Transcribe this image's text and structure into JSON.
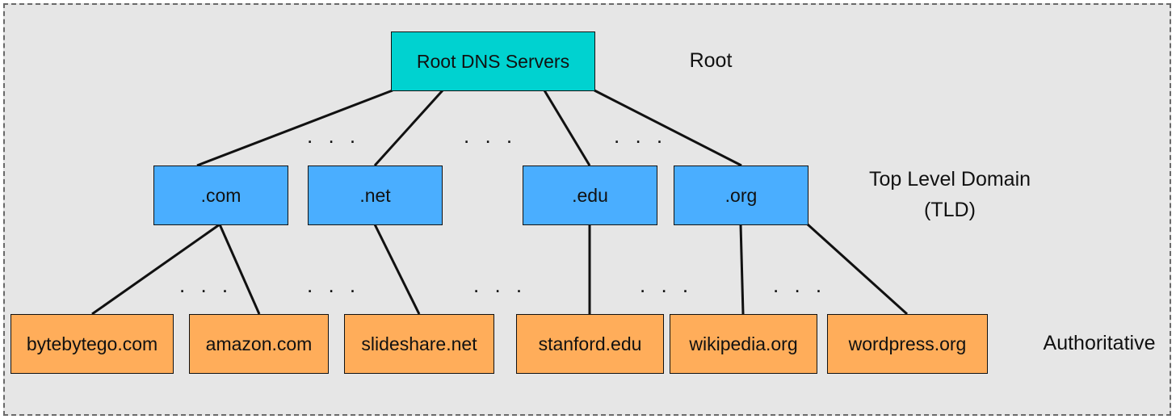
{
  "colors": {
    "background": "#e6e6e6",
    "frame_border": "#6a6a6a",
    "root": "#00d2d0",
    "tld": "#4aaeff",
    "authoritative": "#ffad5a",
    "line": "#111111"
  },
  "root": {
    "label": "Root DNS Servers"
  },
  "tlds": [
    {
      "label": ".com"
    },
    {
      "label": ".net"
    },
    {
      "label": ".edu"
    },
    {
      "label": ".org"
    }
  ],
  "authoritative": [
    {
      "label": "bytebytego.com",
      "parent": ".com"
    },
    {
      "label": "amazon.com",
      "parent": ".com"
    },
    {
      "label": "slideshare.net",
      "parent": ".net"
    },
    {
      "label": "stanford.edu",
      "parent": ".edu"
    },
    {
      "label": "wikipedia.org",
      "parent": ".org"
    },
    {
      "label": "wordpress.org",
      "parent": ".org"
    }
  ],
  "level_labels": {
    "root": "Root",
    "tld_line1": "Top Level Domain",
    "tld_line2": "(TLD)",
    "authoritative": "Authoritative"
  },
  "ellipsis": ". . ."
}
